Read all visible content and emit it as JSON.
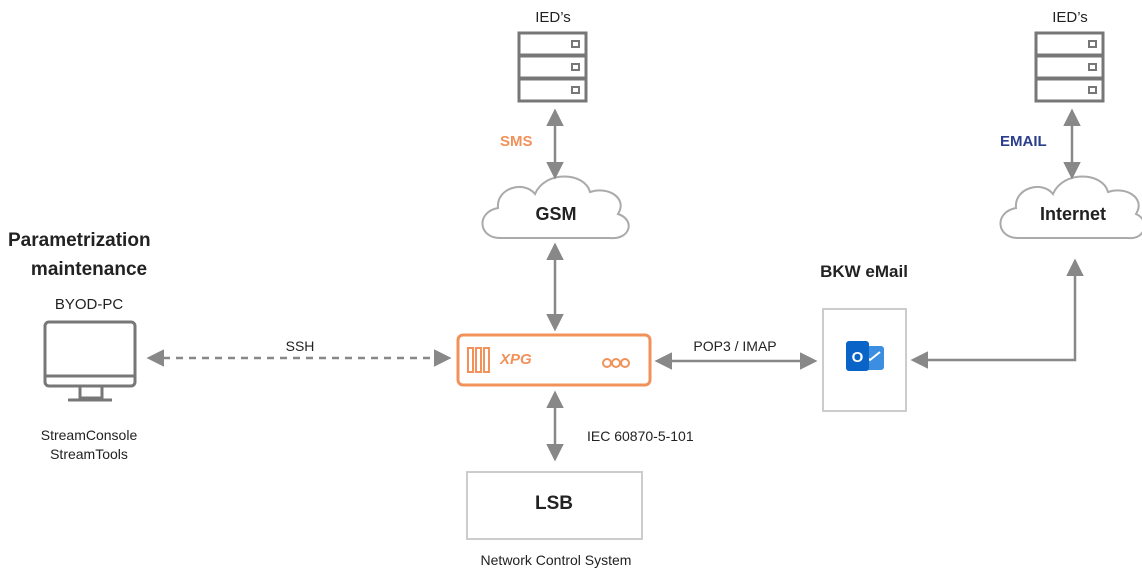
{
  "ieds_left": {
    "label": "IED’s"
  },
  "ieds_right": {
    "label": "IED’s"
  },
  "links": {
    "sms": {
      "label": "SMS",
      "color": "#f0925a"
    },
    "email": {
      "label": "EMAIL",
      "color": "#2b3f8c"
    },
    "ssh": {
      "label": "SSH"
    },
    "pop3": {
      "label": "POP3 / IMAP"
    },
    "iec": {
      "label": "IEC 60870-5-101"
    }
  },
  "clouds": {
    "gsm": {
      "label": "GSM"
    },
    "internet": {
      "label": "Internet"
    }
  },
  "maintenance": {
    "title_line1": "Parametrization",
    "title_line2": "maintenance",
    "device": "BYOD-PC",
    "tool1": "StreamConsole",
    "tool2": "StreamTools"
  },
  "mail": {
    "title": "BKW eMail",
    "icon": "outlook-icon",
    "icon_color": "#0a64c8"
  },
  "xpg": {
    "label": "XPG",
    "color": "#f0925a"
  },
  "lsb": {
    "label": "LSB",
    "caption": "Network Control System"
  }
}
